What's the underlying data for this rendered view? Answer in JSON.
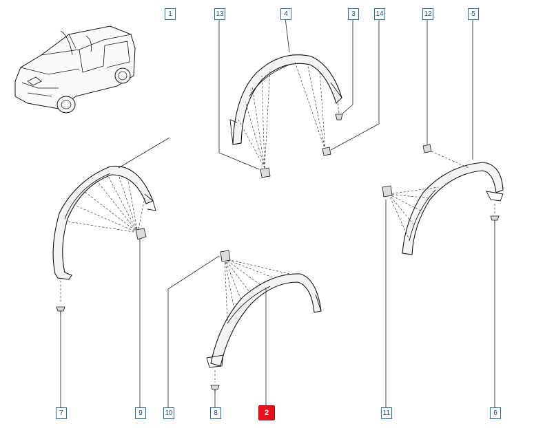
{
  "callouts": [
    {
      "id": "c1",
      "label": "1",
      "highlight": false
    },
    {
      "id": "c13",
      "label": "13",
      "highlight": false
    },
    {
      "id": "c4",
      "label": "4",
      "highlight": false
    },
    {
      "id": "c3",
      "label": "3",
      "highlight": false
    },
    {
      "id": "c14",
      "label": "14",
      "highlight": false
    },
    {
      "id": "c12",
      "label": "12",
      "highlight": false
    },
    {
      "id": "c5",
      "label": "5",
      "highlight": false
    },
    {
      "id": "c7",
      "label": "7",
      "highlight": false
    },
    {
      "id": "c9",
      "label": "9",
      "highlight": false
    },
    {
      "id": "c10",
      "label": "10",
      "highlight": false
    },
    {
      "id": "c8",
      "label": "8",
      "highlight": false
    },
    {
      "id": "c2",
      "label": "2",
      "highlight": true
    },
    {
      "id": "c11",
      "label": "11",
      "highlight": false
    },
    {
      "id": "c6",
      "label": "6",
      "highlight": false
    }
  ],
  "colors": {
    "callout_border": "#2a6f97",
    "callout_text": "#1f4e79",
    "highlight": "#e8121c"
  }
}
